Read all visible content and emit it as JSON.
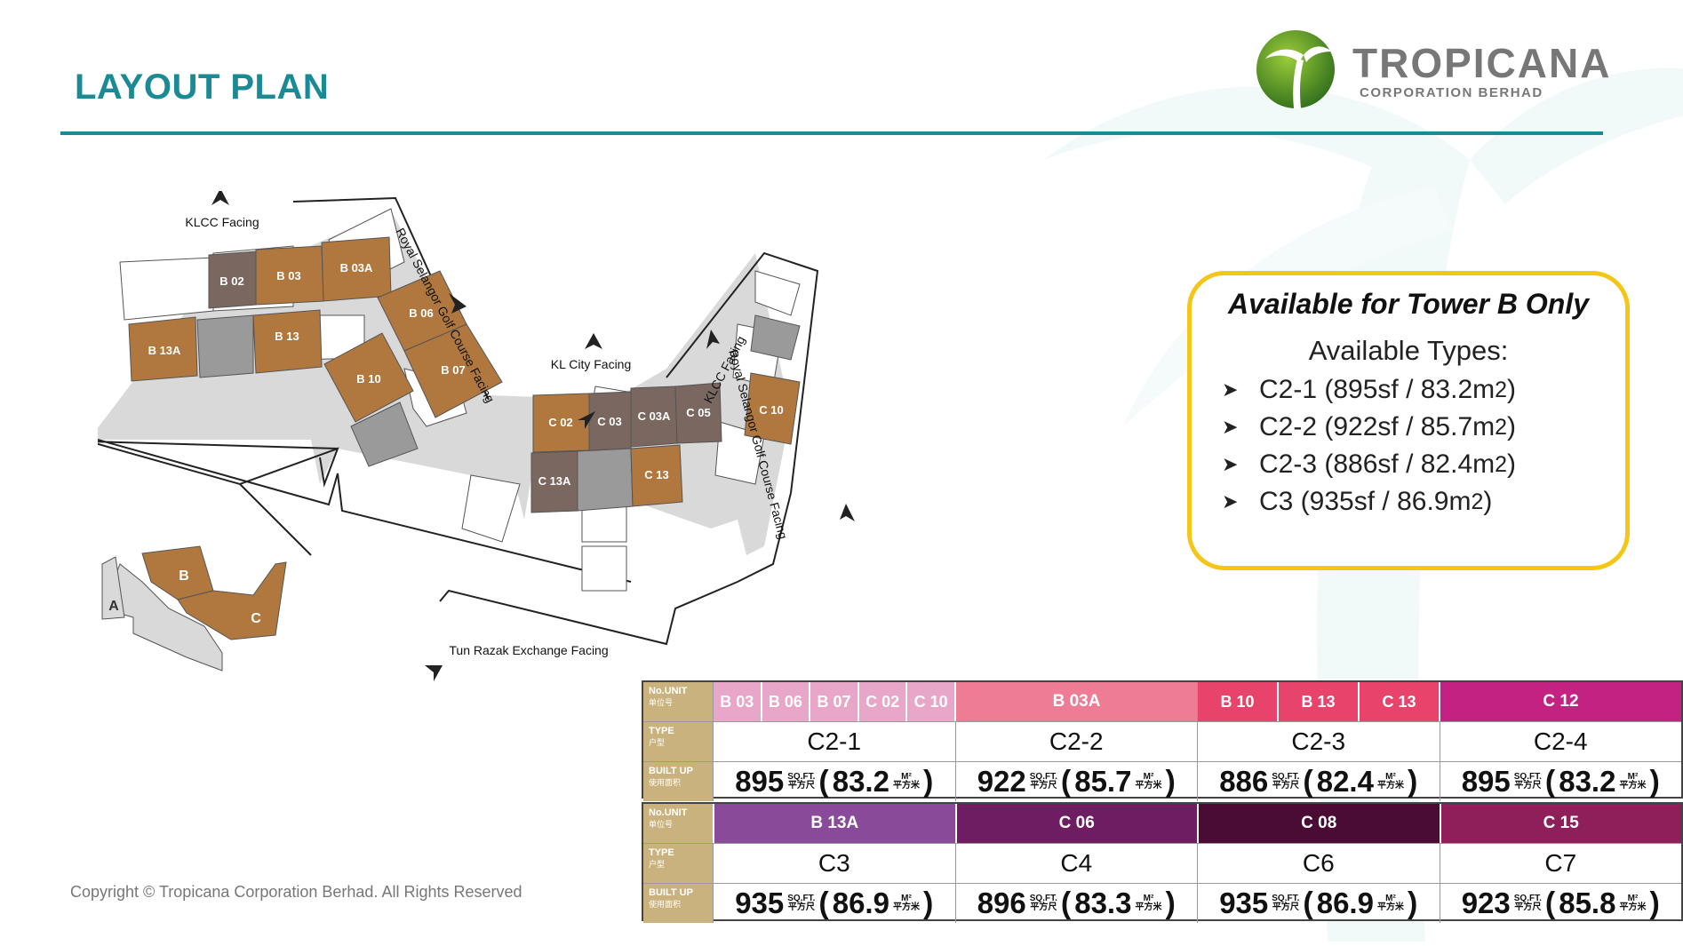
{
  "page": {
    "title": "LAYOUT PLAN",
    "copyright": "Copyright © Tropicana Corporation Berhad. All Rights Reserved",
    "accent_color": "#1a8a96"
  },
  "logo": {
    "name": "TROPICANA",
    "subtitle": "CORPORATION BERHAD",
    "icon": "palm-tree-globe-icon"
  },
  "plan": {
    "facing_labels": {
      "klcc_top": "KLCC Facing",
      "klcc_right": "KLCC Facing",
      "royal_selangor_left": "Royal Selangor Golf Course Facing",
      "royal_selangor_right": "Royal Selangor Golf Course Facing",
      "kl_city": "KL City Facing",
      "tun_razak": "Tun Razak Exchange Facing"
    },
    "units": [
      "B 02",
      "B 03",
      "B 03A",
      "B 13A",
      "B 13",
      "B 06",
      "B 07",
      "B 10",
      "C 02",
      "C 03",
      "C 03A",
      "C 05",
      "C 10",
      "C 13A",
      "C 13"
    ],
    "key_plan_labels": [
      "A",
      "B",
      "C"
    ]
  },
  "availability": {
    "title": "Available for Tower B Only",
    "subtitle": "Available Types:",
    "items": [
      {
        "text": "C2-1 (895sf / 83.2m",
        "sup": "2",
        "close": ")"
      },
      {
        "text": "C2-2 (922sf / 85.7m",
        "sup": "2",
        "close": ")"
      },
      {
        "text": "C2-3 (886sf / 82.4m",
        "sup": "2",
        "close": ")"
      },
      {
        "text": "C3 (935sf / 86.9m",
        "sup": "2",
        "close": ")"
      }
    ]
  },
  "table_labels": {
    "unit": "No.UNIT",
    "unit_zh": "单位号",
    "type": "TYPE",
    "type_zh": "户型",
    "built": "BUILT UP",
    "built_zh": "使用面积",
    "sqft": "SQ.FT.",
    "sqft_zh": "平方尺",
    "m2": "M²",
    "m2_zh": "平方米"
  },
  "tables": [
    {
      "columns": [
        {
          "units": [
            "B 03",
            "B 06",
            "B 07",
            "C 02",
            "C 10"
          ],
          "color": "#e8a6c8",
          "type": "C2-1",
          "sqft": "895",
          "m2": "83.2"
        },
        {
          "units": [
            "B 03A"
          ],
          "color": "#ef7c95",
          "type": "C2-2",
          "sqft": "922",
          "m2": "85.7"
        },
        {
          "units": [
            "B 10",
            "B 13",
            "C 13"
          ],
          "color": "#e8436a",
          "type": "C2-3",
          "sqft": "886",
          "m2": "82.4"
        },
        {
          "units": [
            "C 12"
          ],
          "color": "#c42282",
          "type": "C2-4",
          "sqft": "895",
          "m2": "83.2"
        }
      ]
    },
    {
      "columns": [
        {
          "units": [
            "B 13A"
          ],
          "color": "#8a4a9a",
          "type": "C3",
          "sqft": "935",
          "m2": "86.9"
        },
        {
          "units": [
            "C 06"
          ],
          "color": "#6e1d63",
          "type": "C4",
          "sqft": "896",
          "m2": "83.3"
        },
        {
          "units": [
            "C 08"
          ],
          "color": "#4a0b35",
          "type": "C6",
          "sqft": "935",
          "m2": "86.9"
        },
        {
          "units": [
            "C 15"
          ],
          "color": "#8e1f5a",
          "type": "C7",
          "sqft": "923",
          "m2": "85.8"
        }
      ]
    }
  ]
}
